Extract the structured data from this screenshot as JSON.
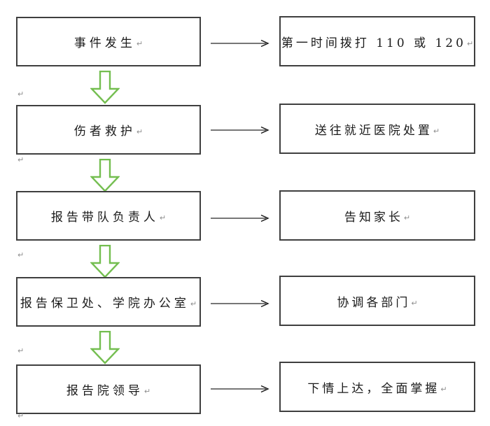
{
  "flowchart": {
    "rows": [
      {
        "left": "事件发生",
        "right": "第一时间拨打 110 或 120"
      },
      {
        "left": "伤者救护",
        "right": "送往就近医院处置"
      },
      {
        "left": "报告带队负责人",
        "right": "告知家长"
      },
      {
        "left": "报告保卫处、学院办公室",
        "right": "协调各部门"
      },
      {
        "left": "报告院领导",
        "right": "下情上达，全面掌握"
      }
    ],
    "paragraph_mark": "↵"
  },
  "icons": {
    "down_arrow": "down-arrow-icon",
    "right_arrow": "right-arrow-icon",
    "paragraph_mark": "pilcrow-return-mark"
  },
  "colors": {
    "box_border": "#3f3f3f",
    "connector_line": "#4a4a4a",
    "connector_head": "#1a1a1a",
    "down_arrow_green": "#74be50",
    "text": "#1a1a1a",
    "paragraph_mark_gray": "#8f8f8f",
    "background": "#ffffff"
  }
}
